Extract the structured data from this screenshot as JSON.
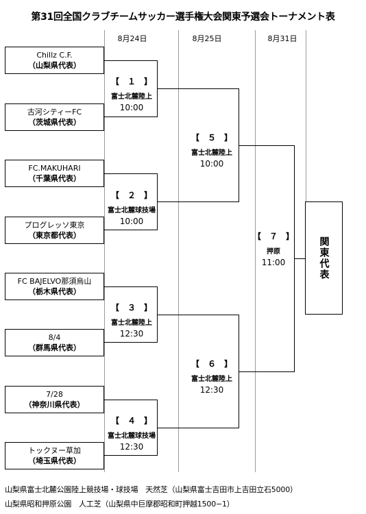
{
  "title": "第31回全国クラブチームサッカー選手権大会関東予選会トーナメント表",
  "dates": [
    "8月24日",
    "8月25日",
    "8月31日"
  ],
  "teams": [
    {
      "name": "Chillz C.F.",
      "pref": "（山梨県代表）"
    },
    {
      "name": "古河シティーFC",
      "pref": "（茨城県代表）"
    },
    {
      "name": "FC.MAKUHARI",
      "pref": "（千葉県代表）"
    },
    {
      "name": "プログレッソ東京",
      "pref": "（東京都代表）"
    },
    {
      "name": "FC BAJELVO那須烏山",
      "pref": "（栃木県代表）"
    },
    {
      "name": "8/4",
      "pref": "（群馬県代表）"
    },
    {
      "name": "7/28",
      "pref": "（神奈川県代表）"
    },
    {
      "name": "トックヌー草加",
      "pref": "（埼玉県代表）"
    }
  ],
  "matches": [
    {
      "num": "【　１　】",
      "venue": "富士北麓陸上",
      "time": "10:00"
    },
    {
      "num": "【　２　】",
      "venue": "富士北麓球技場",
      "time": "10:00"
    },
    {
      "num": "【　３　】",
      "venue": "富士北麓陸上",
      "time": "12:30"
    },
    {
      "num": "【　４　】",
      "venue": "富士北麓球技場",
      "time": "12:30"
    },
    {
      "num": "【　５　】",
      "venue": "富士北麓陸上",
      "time": "10:00"
    },
    {
      "num": "【　６　】",
      "venue": "富士北麓陸上",
      "time": "12:30"
    },
    {
      "num": "【　７　】",
      "venue": "押原",
      "time": "11:00"
    }
  ],
  "final": "関東代表",
  "footer": [
    "山梨県富士北麓公園陸上競技場・球技場　天然芝（山梨県富士吉田市上吉田立石5000）",
    "山梨県昭和押原公園　人工芝（山梨県中巨摩郡昭和町押越1500−1）"
  ]
}
